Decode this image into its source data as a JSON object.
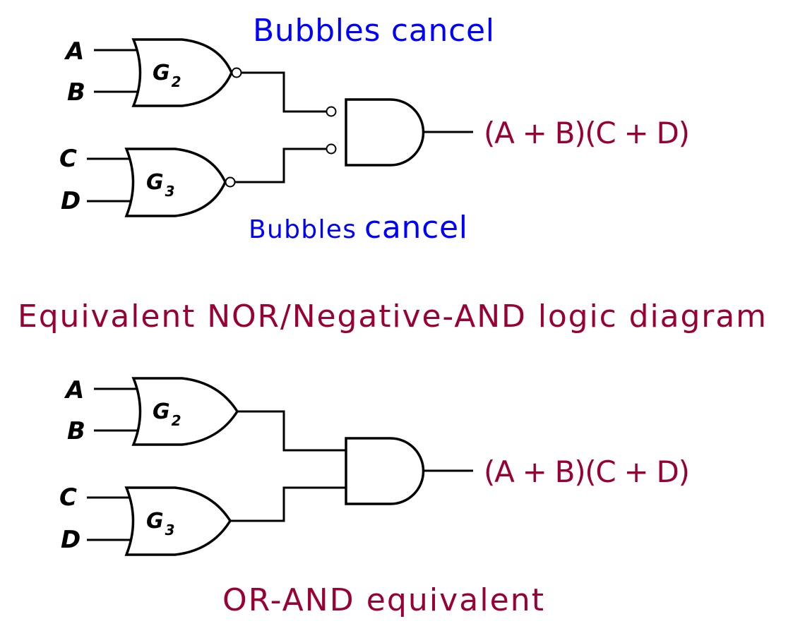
{
  "top": {
    "note_top": "Bubbles cancel",
    "note_bottom_a": "Bubbles",
    "note_bottom_b": "cancel",
    "inputs": [
      "A",
      "B",
      "C",
      "D"
    ],
    "gate1": {
      "name": "G",
      "sub": "2"
    },
    "gate2": {
      "name": "G",
      "sub": "3"
    },
    "output": "(A + B)(C + D)"
  },
  "title": "Equivalent NOR/Negative-AND logic diagram",
  "bottom": {
    "inputs": [
      "A",
      "B",
      "C",
      "D"
    ],
    "gate1": {
      "name": "G",
      "sub": "2"
    },
    "gate2": {
      "name": "G",
      "sub": "3"
    },
    "output": "(A + B)(C + D)",
    "caption": "OR-AND equivalent"
  },
  "colors": {
    "note": "#0000ff",
    "label": "#990033"
  }
}
